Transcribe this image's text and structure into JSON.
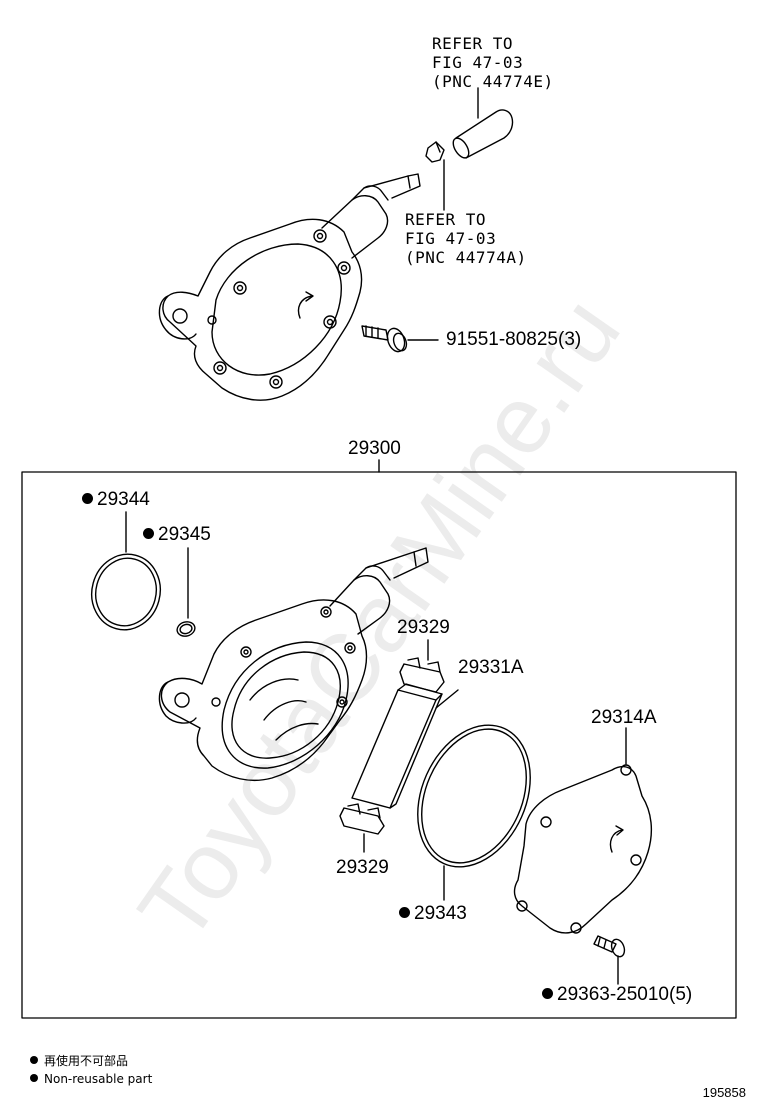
{
  "watermark": "ToyotaCarMine.ru",
  "top_assembly": {
    "refer_hose": [
      "REFER TO",
      "FIG 47-03",
      "(PNC 44774E)"
    ],
    "refer_clip": [
      "REFER TO",
      "FIG 47-03",
      "(PNC 44774A)"
    ],
    "bolt_label": "91551-80825(3)"
  },
  "kit": {
    "number": "29300",
    "parts": {
      "p29344": "29344",
      "p29345": "29345",
      "p29329_top": "29329",
      "p29331A": "29331A",
      "p29314A": "29314A",
      "p29329_bottom": "29329",
      "p29343": "29343",
      "p29363": "29363-25010(5)"
    }
  },
  "legend": {
    "line1": "再使用不可部品",
    "line2": "Non-reusable part"
  },
  "figure_number": "195858"
}
